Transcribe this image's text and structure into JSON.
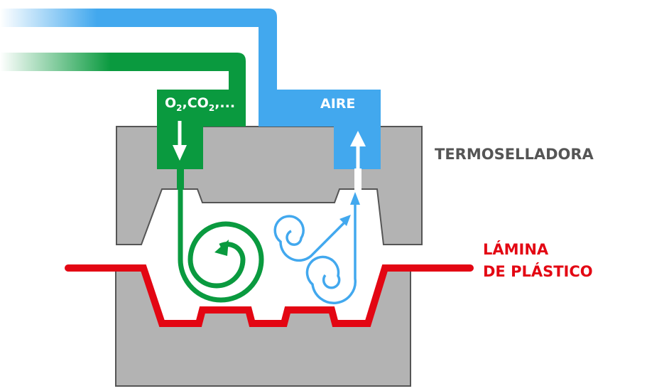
{
  "labels": {
    "gas": {
      "o": "O",
      "sub1": "2",
      "co": ",CO",
      "sub2": "2",
      "tail": ",..."
    },
    "air": "AIRE",
    "machine": "TERMOSELLADORA",
    "film_line1": "LÁMINA",
    "film_line2": "DE PLÁSTICO"
  },
  "colors": {
    "gas": "#0a9a3f",
    "air": "#42a8ee",
    "die": "#b3b3b3",
    "film": "#e30613",
    "machine_text": "#555555"
  }
}
